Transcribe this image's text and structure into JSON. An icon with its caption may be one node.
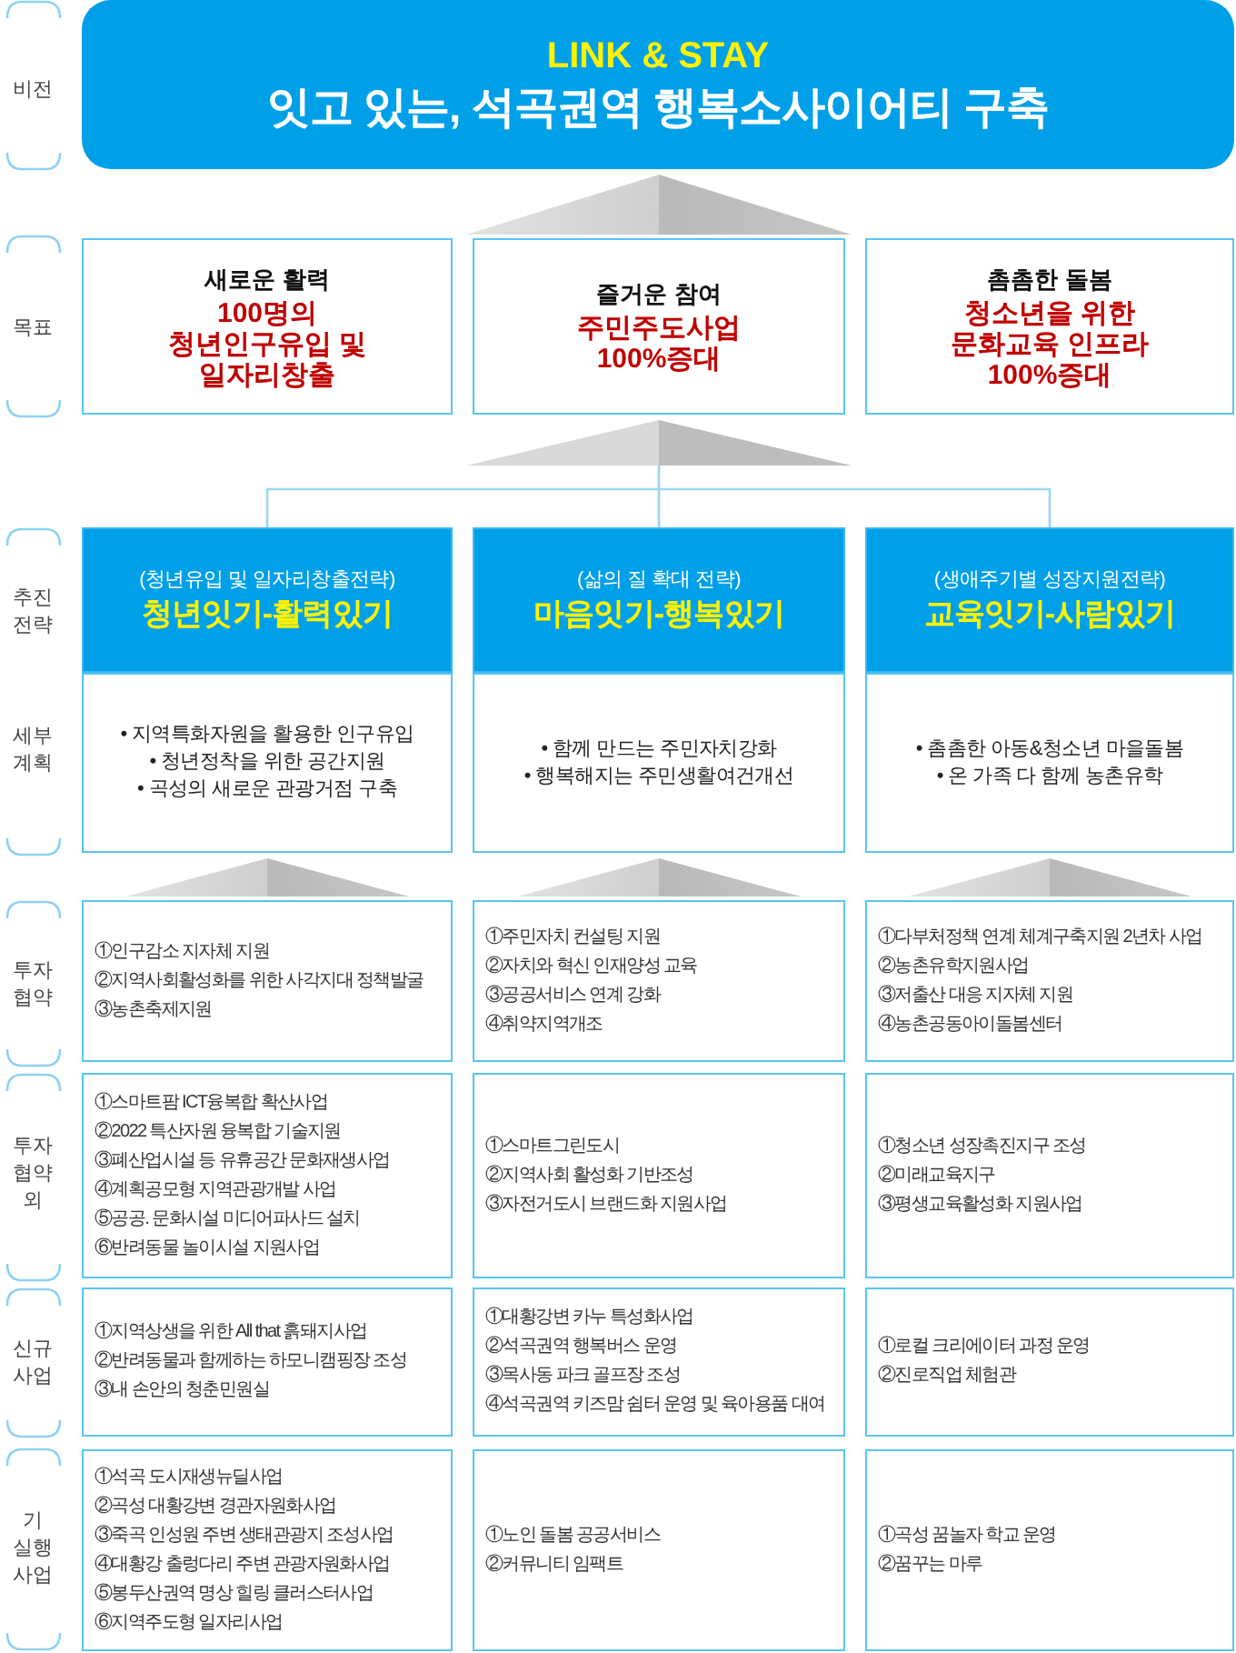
{
  "diagram": {
    "nodes": [
      {
        "text": [
          "LINK & STAY",
          "잇고 있는, 석곡권역 행복소사이어티 구축"
        ]
      },
      {
        "text": [
          "새로운 활력",
          "100명의 청년인구유입 및 일자리창출"
        ]
      },
      {
        "text": [
          "즐거운 참여",
          "주민주도사업 100%증대"
        ]
      },
      {
        "text": [
          "촘촘한 돌봄",
          "청소년을 위한 문화교육 인프라 100%증대"
        ]
      },
      {
        "text": [
          "(청년유입 및 일자리창출전략)",
          "청년잇기-활력있기"
        ]
      },
      {
        "text": [
          "(삶의 질 확대 전략)",
          "마음잇기-행복있기"
        ]
      },
      {
        "text": [
          "(생애주기별 성장지원전략)",
          "교육잇기-사람있기"
        ]
      },
      {
        "text": [
          "• 지역특화자원을 활용한 인구유입",
          "• 청년정착을 위한 공간지원",
          "• 곡성의 새로운 관광거점 구축"
        ]
      },
      {
        "text": [
          "• 함께 만드는 주민자치강화",
          "• 행복해지는 주민생활여건개선"
        ]
      },
      {
        "text": [
          "• 촘촘한 아동&청소년 마을돌봄",
          "• 온 가족 다 함께 농촌유학"
        ]
      },
      {
        "text": [
          "①인구감소 지자체 지원",
          "②지역사회활성화를 위한 사각지대 정책발굴",
          "③농촌축제지원"
        ]
      },
      {
        "text": [
          "①주민자치 컨설팅 지원",
          "②자치와 혁신 인재양성 교육",
          "③공공서비스 연계 강화",
          "④취약지역개조"
        ]
      },
      {
        "text": [
          "①다부처정책 연계 체계구축지원 2년차 사업",
          "②농촌유학지원사업",
          "③저출산 대응 지자체 지원",
          "④농촌공동아이돌봄센터"
        ]
      },
      {
        "text": [
          "①스마트팜 ICT융복합 확산사업",
          "②2022 특산자원 융복합 기술지원",
          "③폐산업시설 등 유휴공간 문화재생사업",
          "④계획공모형 지역관광개발 사업",
          "⑤공공. 문화시설 미디어파사드 설치",
          "⑥반려동물 놀이시설 지원사업"
        ]
      },
      {
        "text": [
          "①스마트그린도시",
          "②지역사회 활성화 기반조성",
          "③자전거도시 브랜드화 지원사업"
        ]
      },
      {
        "text": [
          "①청소년 성장촉진지구 조성",
          "②미래교육지구",
          "③평생교육활성화 지원사업"
        ]
      },
      {
        "text": [
          "①지역상생을 위한 All that 흙돼지사업",
          "②반려동물과 함께하는 하모니캠핑장 조성",
          "③내 손안의 청춘민원실"
        ]
      },
      {
        "text": [
          "①대황강변 카누 특성화사업",
          "②석곡권역 행복버스 운영",
          "③목사동 파크 골프장 조성",
          "④석곡권역 키즈맘 쉼터 운영 및 육아용품 대여"
        ]
      },
      {
        "text": [
          "①로컬 크리에이터 과정 운영",
          "②진로직업 체험관"
        ]
      },
      {
        "text": [
          "①석곡 도시재생뉴딜사업",
          "②곡성 대황강변 경관자원화사업",
          "③죽곡 인성원 주변 생태관광지 조성사업",
          "④대황강 출렁다리 주변 관광자원화사업",
          "⑤봉두산권역 명상 힐링 클러스터사업",
          "⑥지역주도형 일자리사업"
        ]
      },
      {
        "text": [
          "①노인 돌봄 공공서비스",
          "②커뮤니티 임팩트"
        ]
      },
      {
        "text": [
          "①곡성 꿈놀자 학교 운영",
          "②꿈꾸는 마루"
        ]
      }
    ],
    "edges": [
      {
        "from": 2,
        "to": 0,
        "arrow": "to"
      },
      {
        "from": 5,
        "to": 2,
        "arrow": "to"
      },
      {
        "from": 10,
        "to": 7,
        "arrow": "to"
      },
      {
        "from": 11,
        "to": 8,
        "arrow": "to"
      },
      {
        "from": 12,
        "to": 9,
        "arrow": "to"
      }
    ],
    "labels": [
      "비전",
      "목표",
      "추진 전략",
      "세부 계획",
      "투자 협약",
      "투자 협약 외",
      "신규 사업",
      "기 실행 사업"
    ]
  }
}
